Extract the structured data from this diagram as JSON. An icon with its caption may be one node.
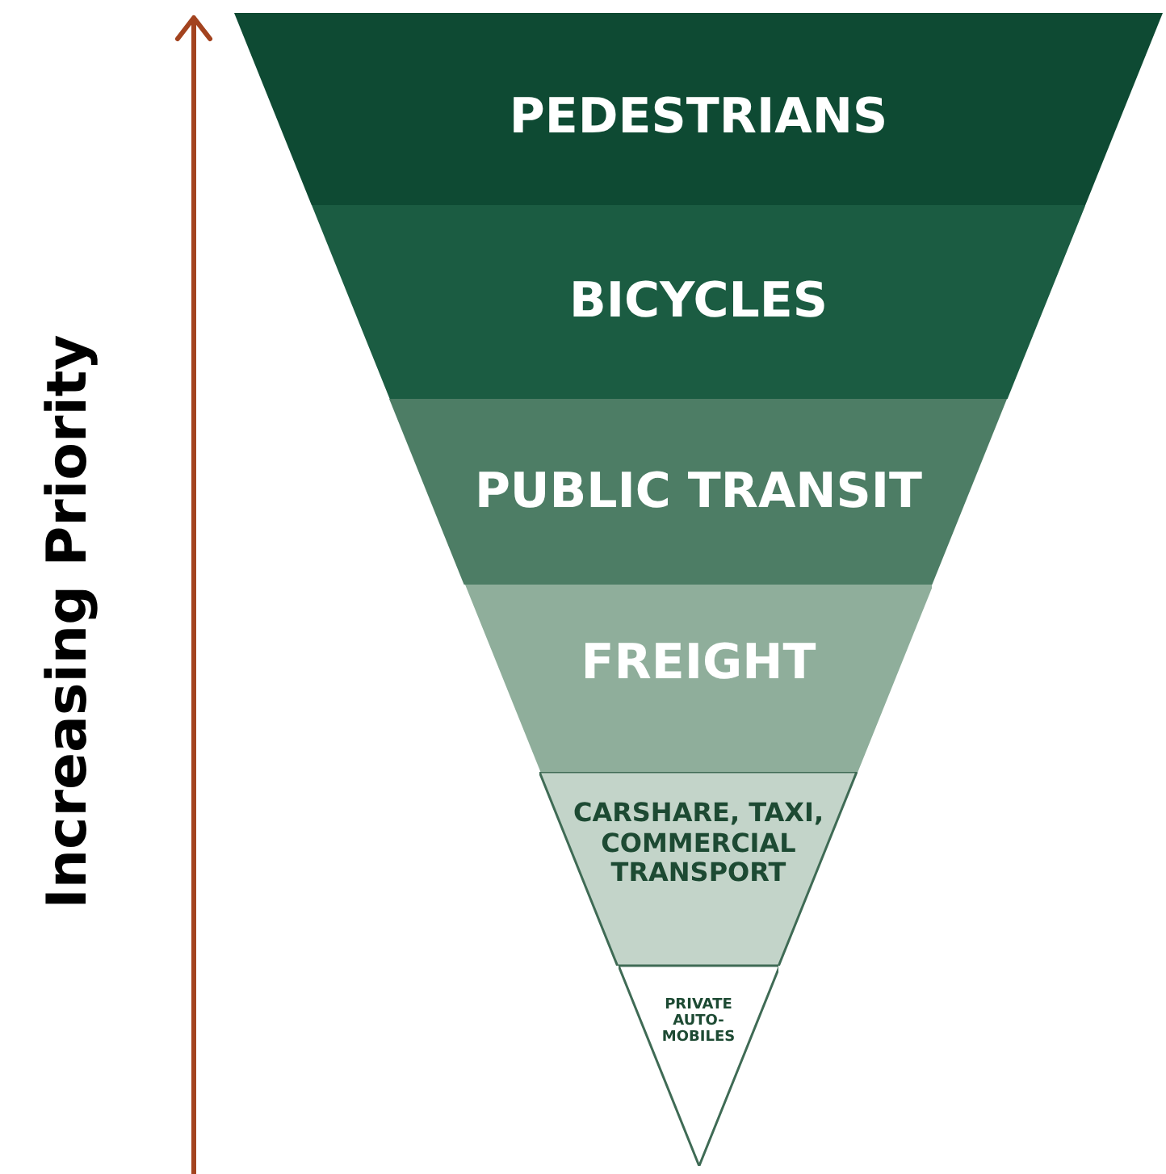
{
  "diagram": {
    "nodes": [
      {
        "text": [
          "PEDESTRIANS"
        ]
      },
      {
        "text": [
          "BICYCLES"
        ]
      },
      {
        "text": [
          "PUBLIC TRANSIT"
        ]
      },
      {
        "text": [
          "FREIGHT"
        ]
      },
      {
        "text": [
          "CARSHARE, TAXI, COMMERCIAL TRANSPORT"
        ]
      },
      {
        "text": [
          "PRIVATE AUTO-MOBILES"
        ]
      }
    ],
    "edges": [],
    "labels": [
      "Increasing Priority"
    ]
  }
}
